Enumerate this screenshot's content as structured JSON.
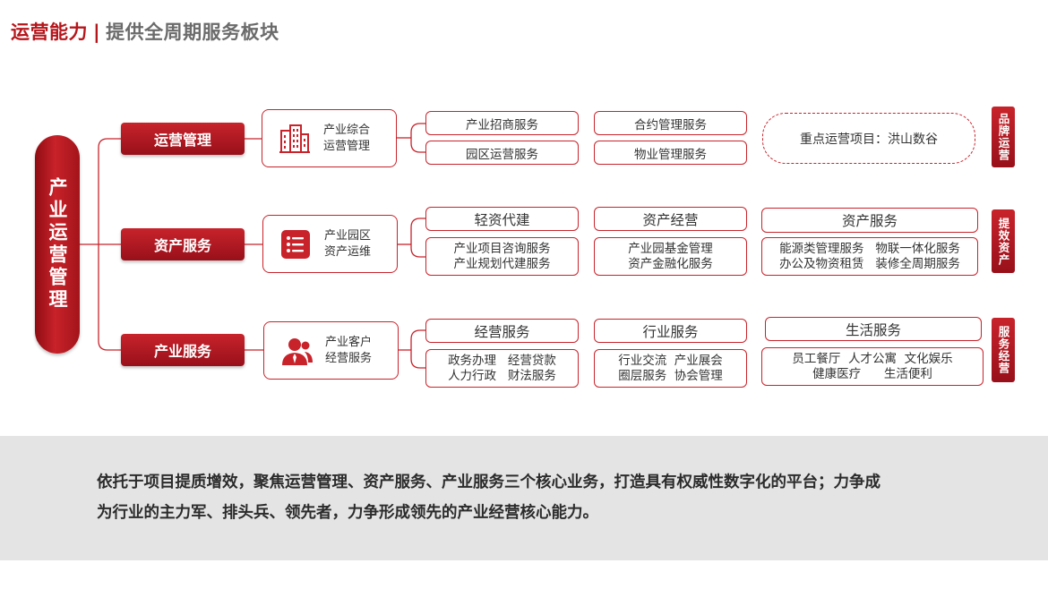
{
  "header": {
    "title_main": "运营能力",
    "title_sep": "|",
    "title_sub": "提供全周期服务板块"
  },
  "center": {
    "label": "产业运营管理"
  },
  "rows": [
    {
      "category": "运营管理",
      "card": {
        "line1": "产业综合",
        "line2": "运营管理",
        "icon": "building-icon"
      },
      "boxes": {
        "b1": "产业招商服务",
        "b2": "合约管理服务",
        "b3": "园区运营服务",
        "b4": "物业管理服务"
      },
      "highlight": "重点运营项目：洪山数谷",
      "tag": "品牌运营"
    },
    {
      "category": "资产服务",
      "card": {
        "line1": "产业园区",
        "line2": "资产运维",
        "icon": "list-icon"
      },
      "groups": [
        {
          "header": "轻资代建",
          "line1": "产业项目咨询服务",
          "line2": "产业规划代建服务"
        },
        {
          "header": "资产经营",
          "line1": "产业园基金管理",
          "line2": "资产金融化服务"
        },
        {
          "header": "资产服务",
          "line1": "能源类管理服务   物联一体化服务",
          "line2": "办公及物资租赁   装修全周期服务"
        }
      ],
      "tag": "提效资产"
    },
    {
      "category": "产业服务",
      "card": {
        "line1": "产业客户",
        "line2": "经营服务",
        "icon": "users-icon"
      },
      "groups": [
        {
          "header": "经营服务",
          "line1": "政务办理   经营贷款",
          "line2": "人力行政   财法服务"
        },
        {
          "header": "行业服务",
          "line1": "行业交流  产业展会",
          "line2": "圈层服务  协会管理"
        },
        {
          "header": "生活服务",
          "line1": "员工餐厅  人才公寓  文化娱乐",
          "line2": "健康医疗      生活便利"
        }
      ],
      "tag": "服务经营"
    }
  ],
  "summary": {
    "line1": "依托于项目提质增效，聚焦运营管理、资产服务、产业服务三个核心业务，打造具有权威性数字化的平台；力争成",
    "line2": "为行业的主力军、排头兵、领先者，力争形成领先的产业经营核心能力。"
  },
  "colors": {
    "accent": "#c8232b",
    "dark_accent": "#98101a",
    "band": "#e4e4e4"
  }
}
